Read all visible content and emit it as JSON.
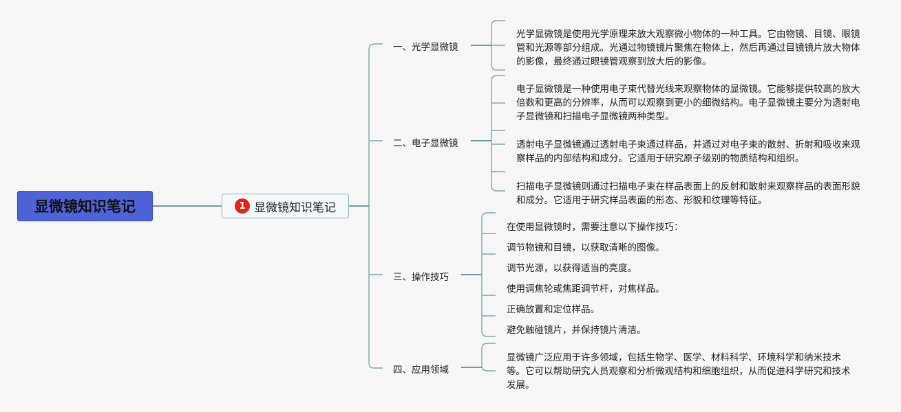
{
  "root": {
    "label": "显微镜知识笔记"
  },
  "center": {
    "badge": "1",
    "label": "显微镜知识笔记"
  },
  "branches": [
    {
      "label": "一、光学显微镜",
      "leaves": [
        "光学显微镜是使用光学原理来放大观察微小物体的一种工具。它由物镜、目镜、眼镜管和光源等部分组成。光通过物镜镜片聚焦在物体上，然后再通过目镜镜片放大物体的影像，最终通过眼镜管观察到放大后的影像。"
      ]
    },
    {
      "label": "二、电子显微镜",
      "leaves": [
        "电子显微镜是一种使用电子束代替光线来观察物体的显微镜。它能够提供较高的放大倍数和更高的分辨率，从而可以观察到更小的细微结构。电子显微镜主要分为透射电子显微镜和扫描电子显微镜两种类型。",
        "透射电子显微镜通过透射电子束通过样品，并通过对电子束的散射、折射和吸收来观察样品的内部结构和成分。它适用于研究原子级别的物质结构和组织。",
        "扫描电子显微镜则通过扫描电子束在样品表面上的反射和散射来观察样品的表面形貌和成分。它适用于研究样品表面的形态、形貌和纹理等特征。"
      ]
    },
    {
      "label": "三、操作技巧",
      "leaves": [
        "在使用显微镜时，需要注意以下操作技巧：",
        "调节物镜和目镜，以获取清晰的图像。",
        "调节光源，以获得适当的亮度。",
        "使用调焦轮或焦距调节杆，对焦样品。",
        "正确放置和定位样品。",
        "避免触碰镜片，并保持镜片清洁。"
      ]
    },
    {
      "label": "四、应用领域",
      "leaves": [
        "显微镜广泛应用于许多领域，包括生物学、医学、材料科学、环境科学和纳米技术等。它可以帮助研究人员观察和分析微观结构和细胞组织，从而促进科学研究和技术发展。"
      ]
    }
  ]
}
